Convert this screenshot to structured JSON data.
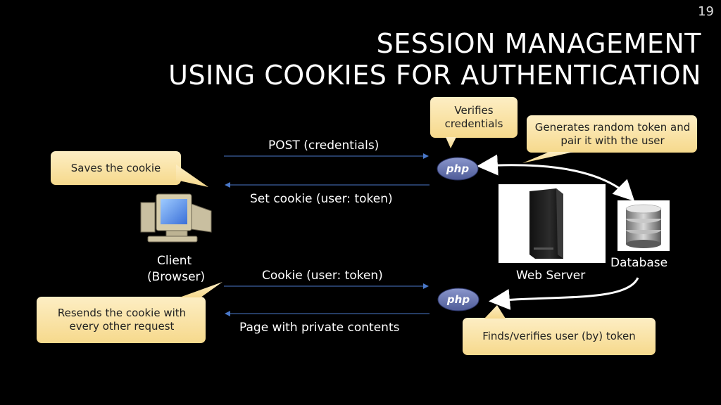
{
  "slide_number": "19",
  "title_line1": "SESSION MANAGEMENT",
  "title_line2": "USING COOKIES FOR AUTHENTICATION",
  "arrows": {
    "post": "POST (credentials)",
    "set_cookie": "Set cookie (user: token)",
    "cookie": "Cookie (user: token)",
    "page": "Page with private contents"
  },
  "nodes": {
    "client_line1": "Client",
    "client_line2": "(Browser)",
    "web_server": "Web Server",
    "database": "Database",
    "php_logo": "php"
  },
  "callouts": {
    "verifies": "Verifies credentials",
    "generates": "Generates random token and pair it with the user",
    "saves": "Saves the cookie",
    "resends": "Resends the cookie with every other request",
    "finds": "Finds/verifies user (by) token"
  },
  "colors": {
    "background": "#000000",
    "callout_fill": "#fbe3a6",
    "arrow_line": "#4a78c8",
    "php_oval": "#6b78b4"
  }
}
